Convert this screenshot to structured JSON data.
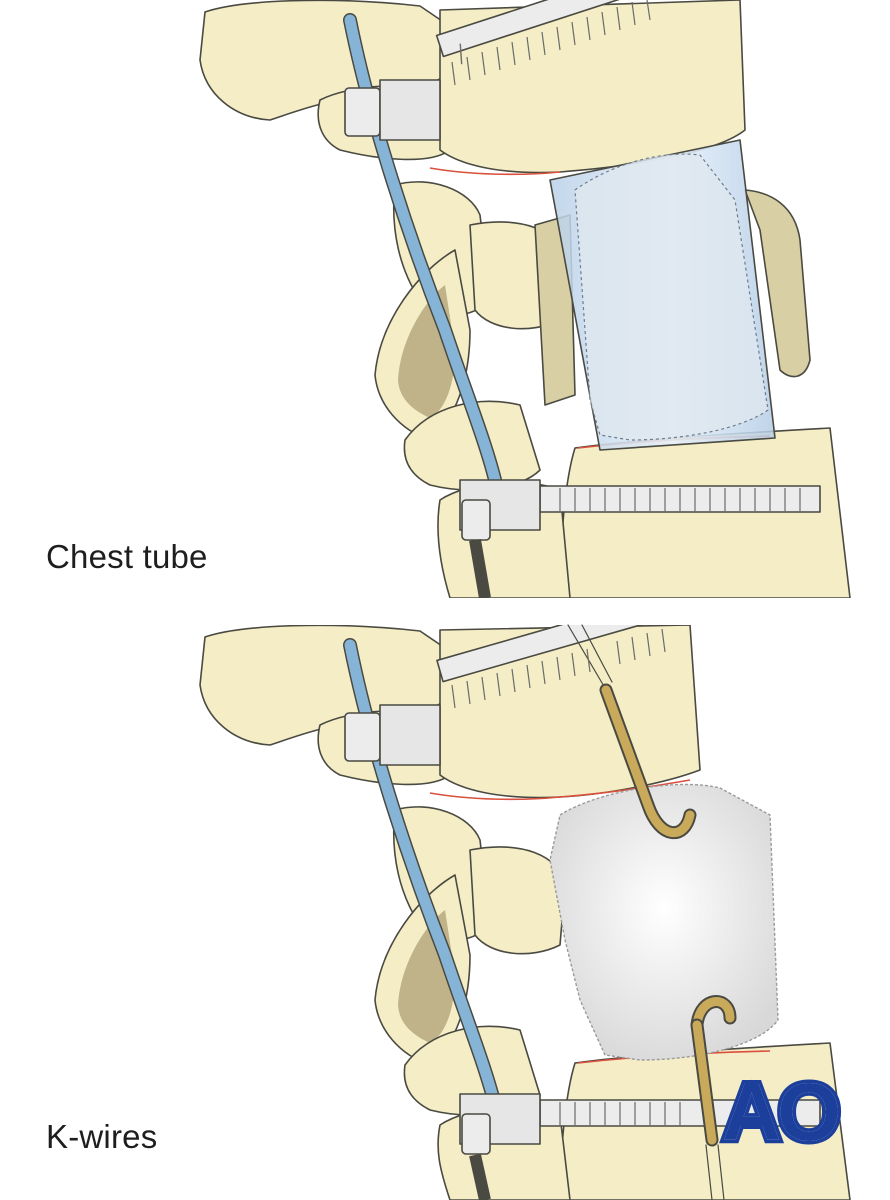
{
  "panels": [
    {
      "caption": "Chest tube",
      "graft": "bone-graft-in-tube"
    },
    {
      "caption": "K-wires",
      "graft": "bone-graft-with-k-wires"
    }
  ],
  "logo": {
    "text": "AO",
    "color": "#1c3f9c"
  },
  "colors": {
    "bone": "#f4edc6",
    "bone_shade": "#d9cfa4",
    "bone_dark": "#c1b389",
    "outline": "#4a4a42",
    "rod": "#86b4d6",
    "tube": "#cfe0f0",
    "graft": "#eeeeee",
    "kwire": "#c9a95a",
    "endplate": "#d9503c"
  }
}
